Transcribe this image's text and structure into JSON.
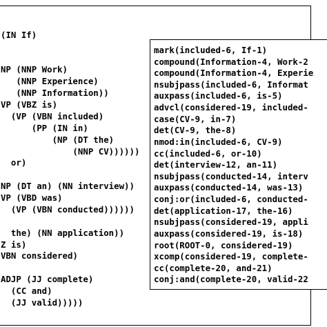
{
  "parse_tree": {
    "lines": [
      "(IN If)",
      "NP (NNP Work)",
      "   (NNP Experience)",
      "   (NNP Information))",
      "VP (VBZ is)",
      "  (VP (VBN included)",
      "      (PP (IN in)",
      "          (NP (DT the)",
      "              (NNP CV))))))",
      "  or)",
      "NP (DT an) (NN interview))",
      "VP (VBD was)",
      "  (VP (VBN conducted))))))",
      "  the) (NN application))",
      "Z is)",
      "VBN considered)",
      "ADJP (JJ complete)",
      "  (CC and)",
      "  (JJ valid)))))"
    ]
  },
  "dependencies": {
    "lines": [
      "mark(included-6, If-1)",
      "compound(Information-4, Work-2",
      "compound(Information-4, Experie",
      "nsubjpass(included-6, Informat",
      "auxpass(included-6, is-5)",
      "advcl(considered-19, included-",
      "case(CV-9, in-7)",
      "det(CV-9, the-8)",
      "nmod:in(included-6, CV-9)",
      "cc(included-6, or-10)",
      "det(interview-12, an-11)",
      "nsubjpass(conducted-14, interv",
      "auxpass(conducted-14, was-13)",
      "conj:or(included-6, conducted-",
      "det(application-17, the-16)",
      "nsubjpass(considered-19, appli",
      "auxpass(considered-19, is-18)",
      "root(ROOT-0, considered-19)",
      "xcomp(considered-19, complete-",
      "cc(complete-20, and-21)",
      "conj:and(complete-20, valid-22"
    ]
  }
}
